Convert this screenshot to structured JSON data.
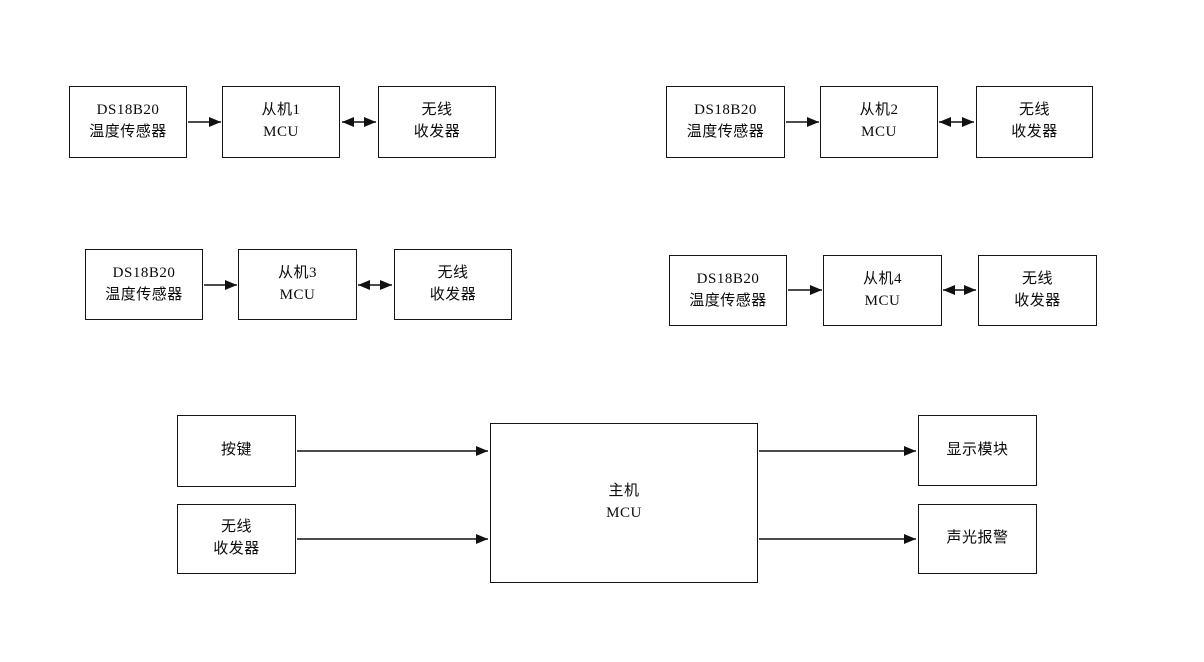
{
  "colors": {
    "background": "#ffffff",
    "line": "#111111",
    "text": "#0a0a0a"
  },
  "slave_groups": [
    {
      "sensor_label": "DS18B20\n温度传感器",
      "mcu_label": "从机1\nMCU",
      "radio_label": "无线\n收发器"
    },
    {
      "sensor_label": "DS18B20\n温度传感器",
      "mcu_label": "从机2\nMCU",
      "radio_label": "无线\n收发器"
    },
    {
      "sensor_label": "DS18B20\n温度传感器",
      "mcu_label": "从机3\nMCU",
      "radio_label": "无线\n收发器"
    },
    {
      "sensor_label": "DS18B20\n温度传感器",
      "mcu_label": "从机4\nMCU",
      "radio_label": "无线\n收发器"
    }
  ],
  "master_section": {
    "keys_label": "按键",
    "radio_label": "无线\n收发器",
    "mcu_label": "主机\nMCU",
    "display_label": "显示模块",
    "alarm_label": "声光报警"
  }
}
